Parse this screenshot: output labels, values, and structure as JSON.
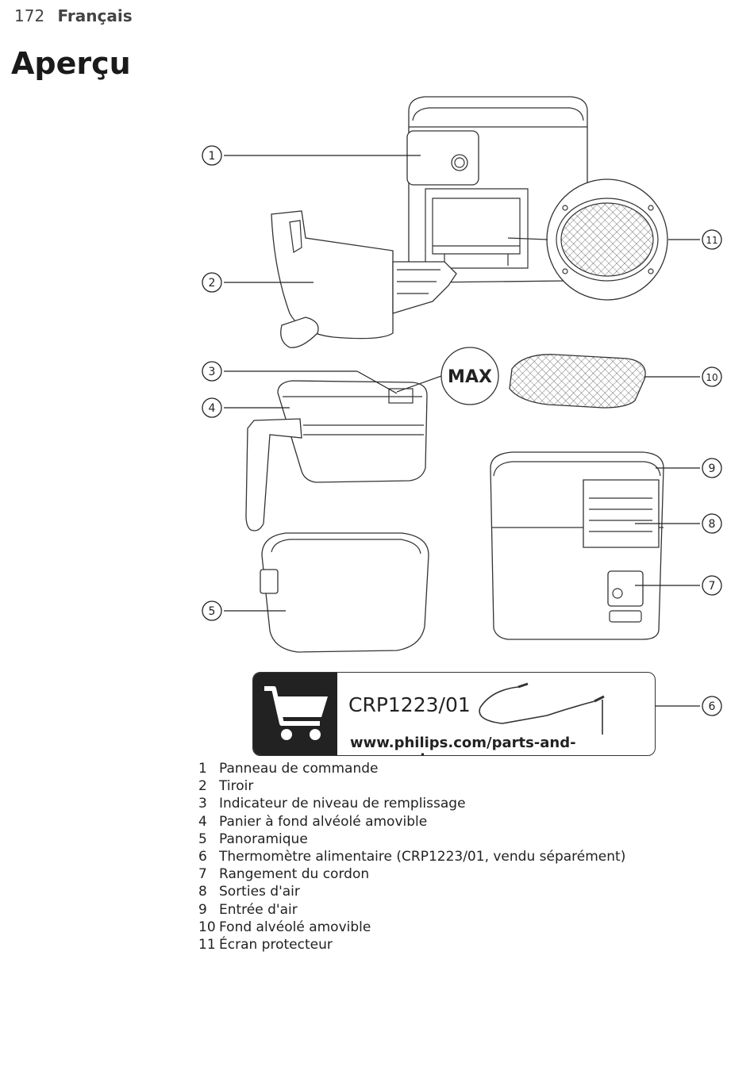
{
  "header": {
    "page_number": "172",
    "language": "Français"
  },
  "title": "Aperçu",
  "callouts": [
    "1",
    "2",
    "3",
    "4",
    "5",
    "6",
    "7",
    "8",
    "9",
    "10",
    "11"
  ],
  "max_label": "MAX",
  "accessory": {
    "code": "CRP1223/01",
    "url": "www.philips.com/parts-and-accessories",
    "icon": "shopping-cart-icon"
  },
  "legend": [
    {
      "num": "1",
      "text": "Panneau de commande"
    },
    {
      "num": "2",
      "text": "Tiroir"
    },
    {
      "num": "3",
      "text": "Indicateur de niveau de remplissage"
    },
    {
      "num": "4",
      "text": "Panier à fond alvéolé amovible"
    },
    {
      "num": "5",
      "text": "Panoramique"
    },
    {
      "num": "6",
      "text": "Thermomètre alimentaire (CRP1223/01, vendu séparément)"
    },
    {
      "num": "7",
      "text": "Rangement du cordon"
    },
    {
      "num": "8",
      "text": "Sorties d'air"
    },
    {
      "num": "9",
      "text": "Entrée d'air"
    },
    {
      "num": "10",
      "text": "Fond alvéolé amovible"
    },
    {
      "num": "11",
      "text": "Écran protecteur"
    }
  ]
}
